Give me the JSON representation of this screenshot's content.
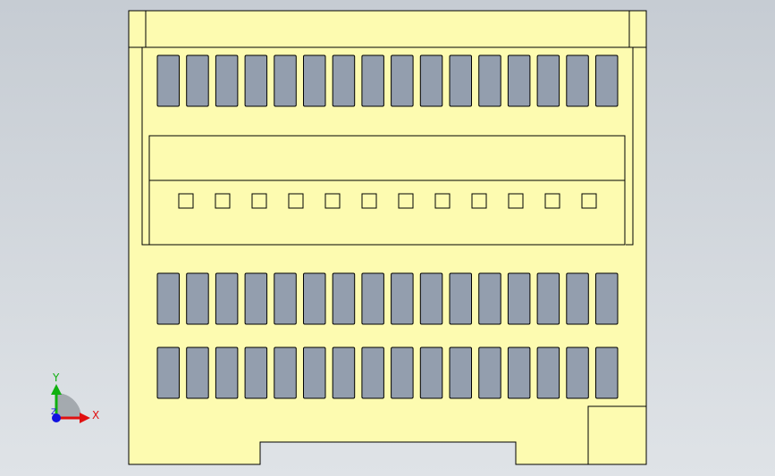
{
  "colors": {
    "part_fill": "#fdfbb0",
    "edge": "#000000",
    "slot_fill": "#939eae",
    "axis_x": "#e01010",
    "axis_y": "#10b010",
    "axis_z": "#1010e0",
    "axis_arc": "#9aa0a6"
  },
  "triad": {
    "x_label": "X",
    "y_label": "Y",
    "z_label": "Z"
  }
}
